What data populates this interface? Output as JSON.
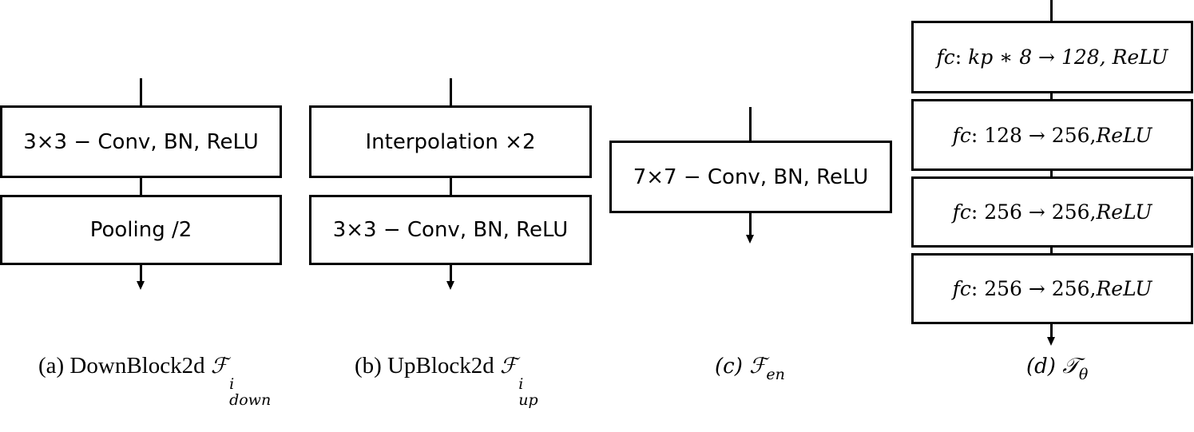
{
  "panels": {
    "a": {
      "boxes": [
        "3×3 − Conv, BN, ReLU",
        "Pooling /2"
      ],
      "caption": {
        "prefix": "(a) DownBlock2d ",
        "symbol": "ℱ",
        "sup": "i",
        "sub": "down"
      }
    },
    "b": {
      "boxes": [
        "Interpolation ×2",
        "3×3 − Conv, BN, ReLU"
      ],
      "caption": {
        "prefix": "(b) UpBlock2d ",
        "symbol": "ℱ",
        "sup": "i",
        "sub": "up"
      }
    },
    "c": {
      "boxes": [
        "7×7 − Conv, BN, ReLU"
      ],
      "caption": {
        "prefix": "(c) ",
        "symbol": "ℱ",
        "sub": "en"
      }
    },
    "d": {
      "boxes": [
        {
          "fc": "fc",
          "spec": "kp ∗ 8 → 128,",
          "act": "ReLU"
        },
        {
          "fc": "fc",
          "spec": "128 → 256,",
          "act": "ReLU"
        },
        {
          "fc": "fc",
          "spec": "256 → 256,",
          "act": "ReLU"
        },
        {
          "fc": "fc",
          "spec": "256 → 256,",
          "act": "ReLU"
        }
      ],
      "caption": {
        "prefix": "(d) ",
        "symbol": "𝒯",
        "sub": "θ"
      }
    }
  }
}
